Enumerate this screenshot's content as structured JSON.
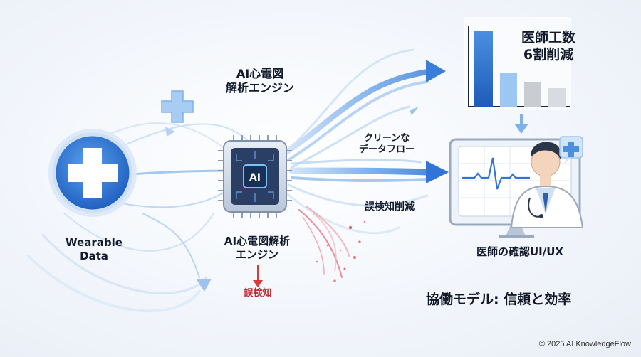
{
  "labels": {
    "engine_top_line1": "AI心電図",
    "engine_top_line2": "解析エンジン",
    "engine_bottom_line1": "AI心電図解析",
    "engine_bottom_line2": "エンジン",
    "error_label": "誤検知",
    "wearable_line1": "Wearable",
    "wearable_line2": "Data",
    "chip_label": "AI",
    "clean_flow_line1": "クリーンな",
    "clean_flow_line2": "データフロー",
    "error_reduction": "誤検知削減",
    "workload_line1": "医師工数",
    "workload_line2": "6割削減",
    "ui_label": "医師の確認UI/UX",
    "model_title": "協働モデル: 信頼と効率",
    "copyright": "© 2025 AI KnowledgeFlow"
  },
  "icons": {
    "wearable": "medical-cross-icon",
    "small_plus": "plus-icon",
    "chip": "ai-chip-icon",
    "monitor": "ecg-monitor-icon",
    "doctor": "doctor-icon",
    "chart": "bar-chart-icon"
  },
  "colors": {
    "primary_blue": "#2f74d6",
    "light_blue": "#9cc7f2",
    "error_red": "#d93a3a",
    "text_dark": "#111a2b"
  }
}
